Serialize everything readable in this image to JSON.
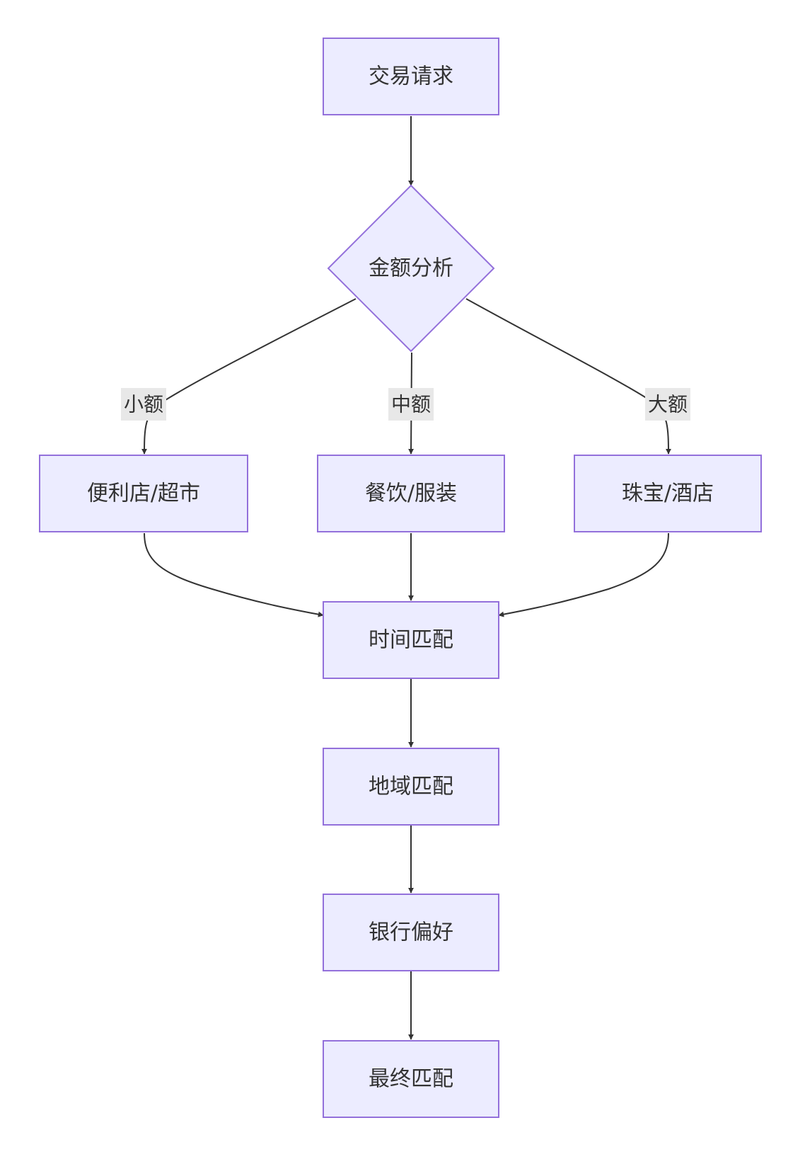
{
  "colors": {
    "node_fill": "#ECECFF",
    "node_stroke": "#9370DB",
    "edge": "#333333",
    "edge_label_bg": "#E8E8E8",
    "text": "#333333"
  },
  "nodes": {
    "request": "交易请求",
    "analysis": "金额分析",
    "small_target": "便利店/超市",
    "medium_target": "餐饮/服装",
    "large_target": "珠宝/酒店",
    "time_match": "时间匹配",
    "region_match": "地域匹配",
    "bank_pref": "银行偏好",
    "final_match": "最终匹配"
  },
  "edge_labels": {
    "small": "小额",
    "medium": "中额",
    "large": "大额"
  }
}
